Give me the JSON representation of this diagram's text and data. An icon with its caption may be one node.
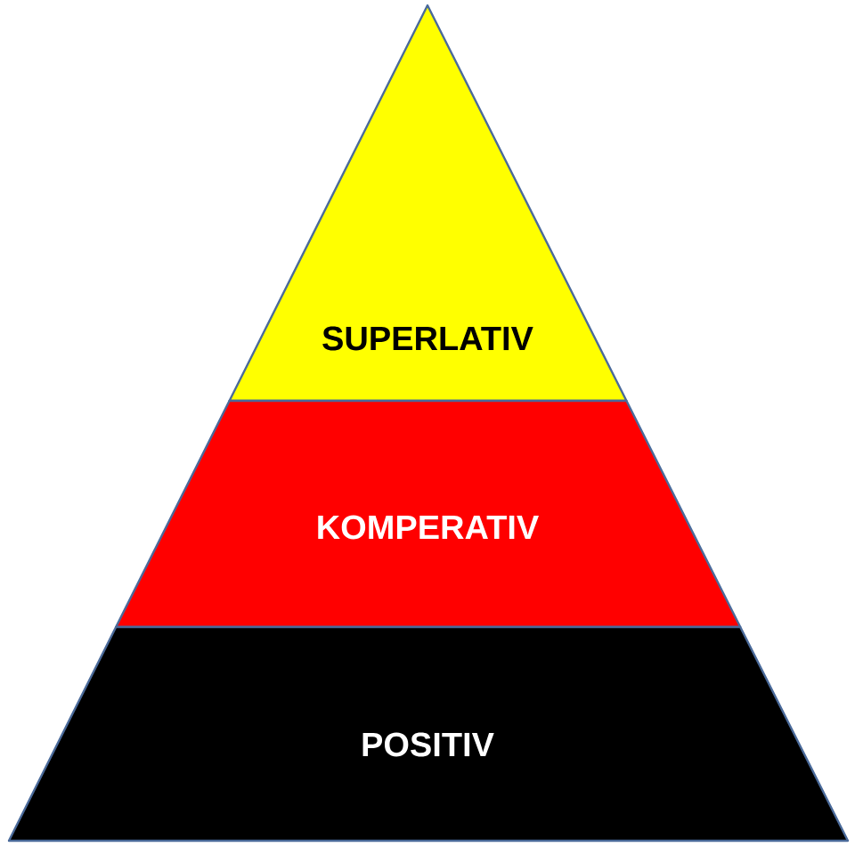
{
  "diagram": {
    "nodes": [
      {
        "text": [
          "SUPERLATIV"
        ]
      },
      {
        "text": [
          "KOMPERATIV"
        ]
      },
      {
        "text": [
          "POSITIV"
        ]
      }
    ]
  }
}
